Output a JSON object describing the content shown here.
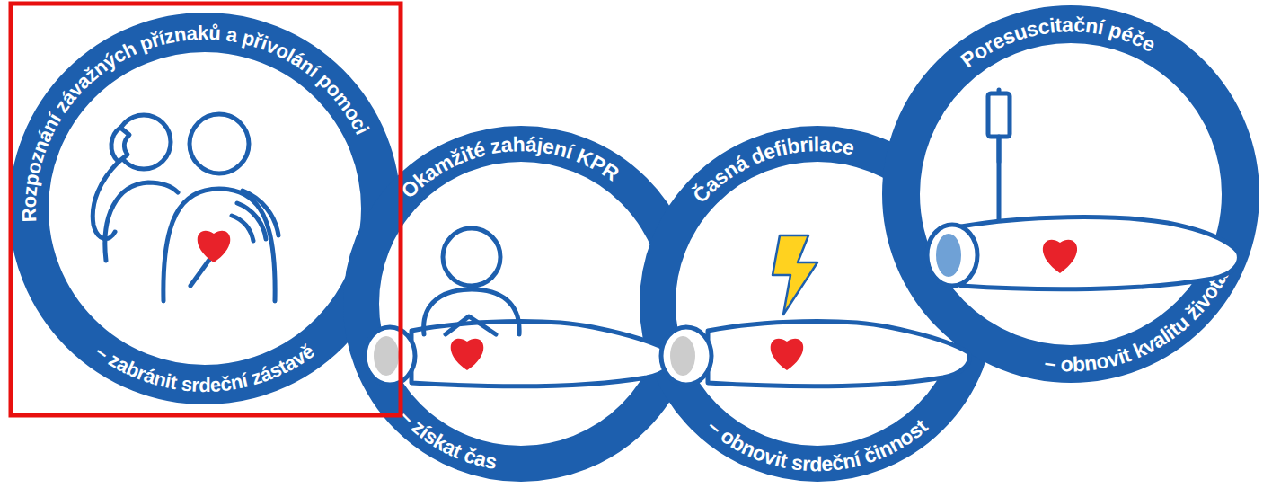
{
  "diagram": {
    "nodes": [
      {
        "text": [
          "Rozpoznání závažných příznaků a přivolání pomoci",
          "– zabránit srdeční zástavě"
        ]
      },
      {
        "text": [
          "Okamžité zahájení KPR",
          "– získat čas"
        ]
      },
      {
        "text": [
          "Časná defibrilace",
          "– obnovit srdeční činnost"
        ]
      },
      {
        "text": [
          "Poresuscitační péče",
          "– obnovit kvalitu života"
        ]
      }
    ]
  }
}
